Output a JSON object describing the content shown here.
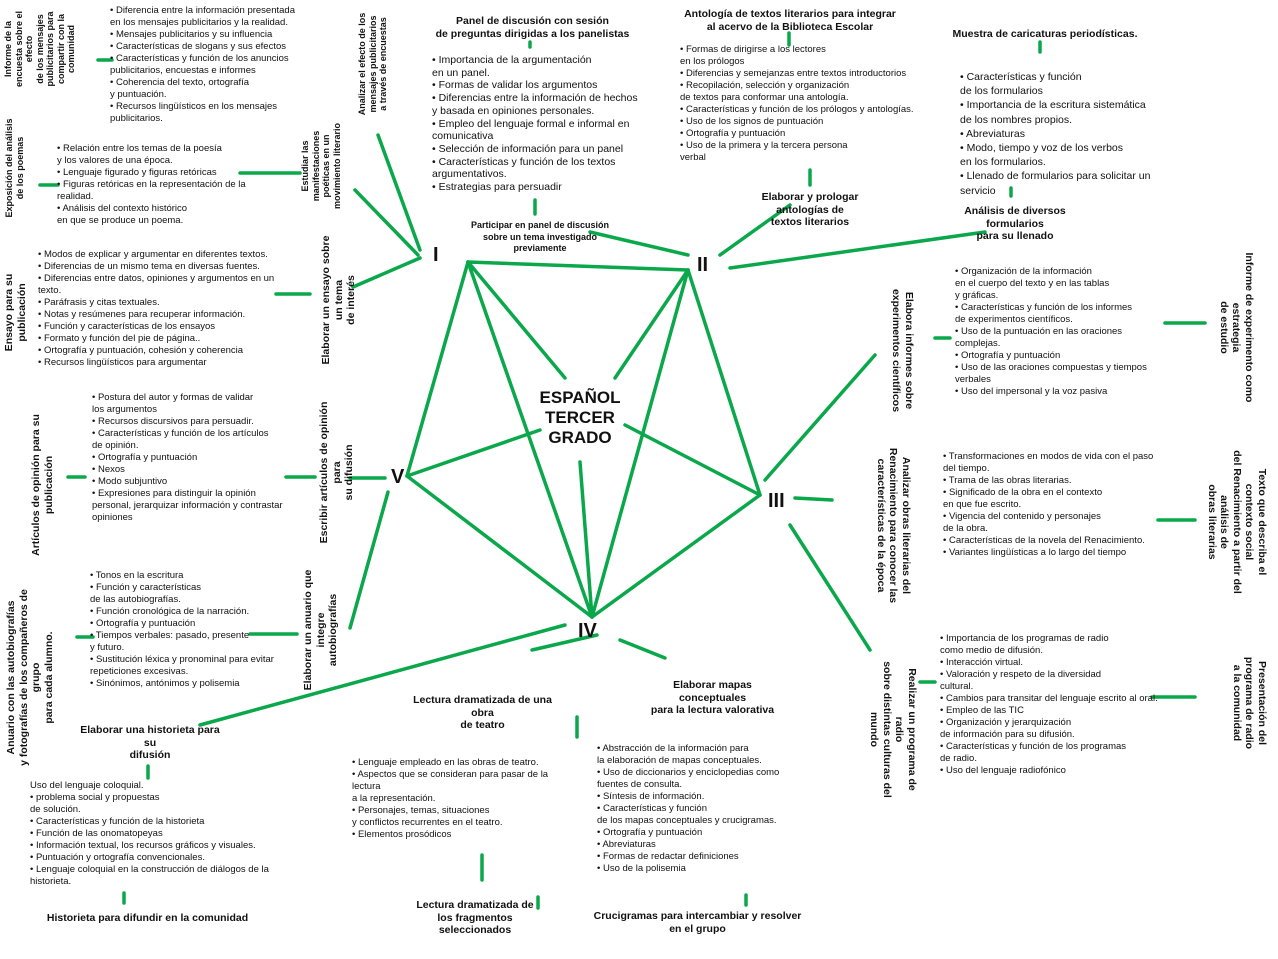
{
  "center": {
    "line1": "ESPAÑOL",
    "line2": "TERCER",
    "line3": "GRADO"
  },
  "nodes": {
    "I": "I",
    "II": "II",
    "III": "III",
    "IV": "IV",
    "V": "V"
  },
  "b1": {
    "proj_a": "Informe de la\nencuesta sobre el\nefecto\nde los mensajes\npublicitarios para\ncompartir con la\ncomunidad",
    "act_a": "Analizar el efecto de los\nmensajes publicitarios\na través de encuestas",
    "topics_a": "• Diferencia entre la información presentada\nen los mensajes publicitarios y la realidad.\n• Mensajes publicitarios y su influencia\n• Características de slogans y sus efectos\n• Características y función de los anuncios\npublicitarios, encuestas e informes\n• Coherencia del texto, ortografía\ny puntuación.\n• Recursos lingüísticos en los mensajes\npublicitarios.",
    "proj_b": "Exposición del análisis\nde los poemas",
    "act_b": "Estudiar las\nmanifestaciones\npoéticas en un\nmovimiento literario",
    "topics_b": "• Relación entre los temas de la poesía\ny los valores de una época.\n• Lenguaje figurado y figuras retóricas\n• Figuras retóricas en la representación de la\nrealidad.\n• Análisis del contexto histórico\nen que se produce un poema.",
    "proj_c": "Ensayo para su\npublicación",
    "act_c": "Elaborar un ensayo sobre\nun tema\nde interés",
    "topics_c": "• Modos de explicar y argumentar en diferentes textos.\n• Diferencias de un mismo tema en diversas fuentes.\n• Diferencias entre datos, opiniones y argumentos en un\ntexto.\n• Paráfrasis y citas textuales.\n• Notas y resúmenes para recuperar información.\n• Función y características de los ensayos\n• Formato y función del pie de página..\n• Ortografía y puntuación, cohesión y coherencia\n• Recursos lingüísticos para argumentar"
  },
  "b2": {
    "act_a": "Panel de discusión con sesión\nde preguntas dirigidas a los panelistas",
    "topics_a": "• Importancia de la argumentación\nen un panel.\n• Formas de validar los argumentos\n• Diferencias entre la información de hechos\ny basada en opiniones personales.\n• Empleo del lenguaje formal e informal en\ncomunicativa\n• Selección de información para un panel\n• Características y función de los textos\nargumentativos.\n• Estrategias para persuadir",
    "proj_a": "Participar en panel de discusión\nsobre un tema investigado\npreviamente",
    "act_b": "Antología  de textos literarios para integrar\nal acervo de la Biblioteca Escolar",
    "topics_b": "• Formas de dirigirse a los lectores\nen los prólogos\n• Diferencias y semejanzas entre textos introductorios\n• Recopilación, selección y organización\nde textos para conformar una antología.\n• Características y función de los prólogos y antologías.\n• Uso de los signos de puntuación\n• Ortografía y puntuación\n• Uso de la primera y la tercera persona\nverbal",
    "proj_b": "Elaborar y prologar\nantologías de\ntextos literarios",
    "act_c": "Muestra de caricaturas periodísticas.",
    "topics_c": "• Características y función\nde los formularios\n• Importancia de la escritura sistemática\nde los nombres propios.\n• Abreviaturas\n• Modo, tiempo y voz de los verbos\nen los formularios.\n• Llenado de formularios para solicitar un\nservicio",
    "proj_c": "Análisis de diversos formularios\npara su llenado"
  },
  "b3": {
    "act_a": "Elabora informes sobre\nexperimentos científicos",
    "topics_a": "• Organización de la información\nen el cuerpo del texto y en las tablas\ny gráficas.\n• Características y función de los informes\nde experimentos científicos.\n• Uso de la puntuación en las oraciones\ncomplejas.\n• Ortografía y puntuación\n• Uso de las oraciones compuestas y tiempos\nverbales\n• Uso del impersonal y la voz pasiva",
    "proj_a": "Informe de experimento como\nestrategia\nde estudio",
    "act_b": "Analizar obras literarias del\nRenacimiento para conocer las\ncaracterísticas de la época",
    "topics_b": "• Transformaciones en modos de vida con el paso\ndel tiempo.\n• Trama de las obras literarias.\n• Significado de la obra  en el contexto\nen que fue escrito.\n• Vigencia del contenido y personajes\nde la obra.\n• Características de la novela del Renacimiento.\n• Variantes lingüísticas a lo largo del tiempo",
    "proj_b": "Texto que describa el\ncontexto social\ndel Renacimiento a partir del\nanálisis de\nobras literarias",
    "act_c": "Realizar un programa de\nradio\nsobre distintas culturas del\nmundo",
    "topics_c": "• Importancia de los programas de radio\ncomo medio de difusión.\n• Interacción virtual.\n• Valoración y respeto de la diversidad\ncultural.\n• Cambios para transitar del lenguaje escrito al oral.\n• Empleo de las TIC\n• Organización y jerarquización\nde información para su difusión.\n• Características y función de los programas\nde radio.\n• Uso del lenguaje radiofónico",
    "proj_c": "Presentación del\nprograma de radio\na la comunidad"
  },
  "b4": {
    "act_a": "Lectura dramatizada de una\nobra\nde teatro",
    "topics_a": "• Lenguaje empleado en las obras de teatro.\n• Aspectos que se consideran para pasar de la\nlectura\na la representación.\n• Personajes, temas, situaciones\ny conflictos recurrentes en el teatro.\n• Elementos prosódicos",
    "proj_a": "Lectura dramatizada de\nlos fragmentos\nseleccionados",
    "act_b": "Elaborar mapas\nconceptuales\npara la lectura valorativa",
    "topics_b": "• Abstracción de la información para\nla elaboración de mapas conceptuales.\n• Uso de diccionarios y enciclopedias como\nfuentes de consulta.\n• Síntesis de información.\n• Características y función\nde los mapas conceptuales y crucigramas.\n• Ortografía y puntuación\n• Abreviaturas\n• Formas de redactar definiciones\n• Uso de la polisemia",
    "proj_b": "Crucigramas para intercambiar y resolver\nen el grupo",
    "act_c": "Elaborar una historieta para\nsu\ndifusión",
    "topics_c": "Uso del lenguaje coloquial.\n• problema social y propuestas\nde solución.\n• Características y función de la historieta\n• Función de las onomatopeyas\n• Información textual, los recursos gráficos y visuales.\n• Puntuación y ortografía convencionales.\n• Lenguaje coloquial en la construcción de diálogos de la\nhistorieta.",
    "proj_c": "Historieta para difundir  en la comunidad"
  },
  "b5": {
    "act_a": "Escribir artículos de opinión\npara\nsu difusión",
    "topics_a": "• Postura del autor y formas de validar\nlos argumentos\n• Recursos discursivos para persuadir.\n• Características y función de los artículos\nde opinión.\n• Ortografía y puntuación\n• Nexos\n• Modo subjuntivo\n• Expresiones para distinguir la opinión\npersonal, jerarquizar información y contrastar\nopiniones",
    "proj_a": "Artículos de opinión para su\npublicación",
    "act_b": "Elaborar un anuario que\nintegre\nautobiografías",
    "topics_b": "• Tonos en la escritura\n• Función y características\nde las autobiografías.\n• Función cronológica de la narración.\n• Ortografía y puntuación\n• Tiempos verbales: pasado, presente\ny futuro.\n• Sustitución léxica y pronominal para evitar\nrepeticiones excesivas.\n• Sinónimos, antónimos y polisemia",
    "proj_b": "Anuario con las autobiografías\ny fotografías de los compañeros de\ngrupo\npara cada alumno."
  },
  "colors": {
    "line": "#0aa84a"
  }
}
